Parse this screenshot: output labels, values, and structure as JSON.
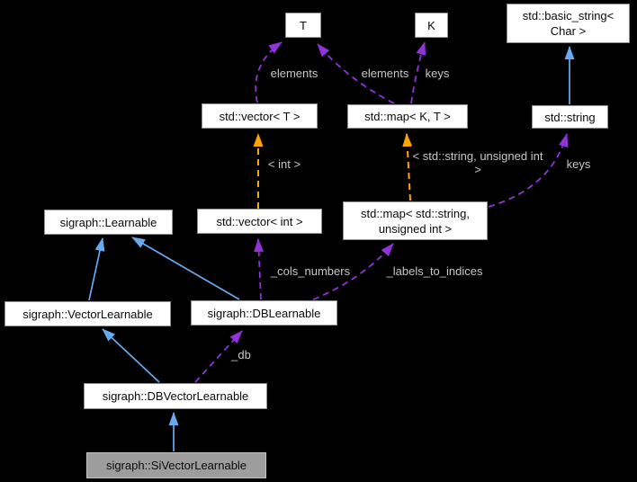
{
  "diagram": {
    "type": "doxygen-collaboration-graph",
    "focus_class": "sigraph::SiVectorLearnable",
    "colors": {
      "background": "#000000",
      "inheritance_arrow": "#66aaf2",
      "usage_arrow": "#9232d9",
      "template_arrow": "#ffa500",
      "edge_label_text": "#c6c6c6",
      "node_fill": "#ffffff",
      "node_border": "#8f8f8f",
      "node_text": "#0a0a0a",
      "focus_node_fill": "#9d9d9d",
      "focus_node_border": "#c4c4c4"
    },
    "nodes": {
      "t": {
        "label": "T"
      },
      "k": {
        "label": "K"
      },
      "basic_string": {
        "label": "std::basic_string< Char >"
      },
      "vector_t": {
        "label": "std::vector< T >"
      },
      "map_kt": {
        "label": "std::map< K, T >"
      },
      "string": {
        "label": "std::string"
      },
      "learnable": {
        "label": "sigraph::Learnable"
      },
      "vector_int": {
        "label": "std::vector< int >"
      },
      "map_string_uint": {
        "label": "std::map< std::string, unsigned int >"
      },
      "vector_learnable": {
        "label": "sigraph::VectorLearnable"
      },
      "db_learnable": {
        "label": "sigraph::DBLearnable"
      },
      "db_vector_learnable": {
        "label": "sigraph::DBVectorLearnable"
      },
      "si_vector_learnable": {
        "label": "sigraph::SiVectorLearnable"
      }
    },
    "edge_labels": {
      "elements_vector": "elements",
      "elements_map": "elements",
      "keys_map": "keys",
      "template_int": "< int >",
      "template_map": "< std::string, unsigned int >",
      "keys_string": "keys",
      "cols_numbers": "_cols_numbers",
      "labels_to_indices": "_labels_to_indices",
      "db": "_db"
    }
  }
}
